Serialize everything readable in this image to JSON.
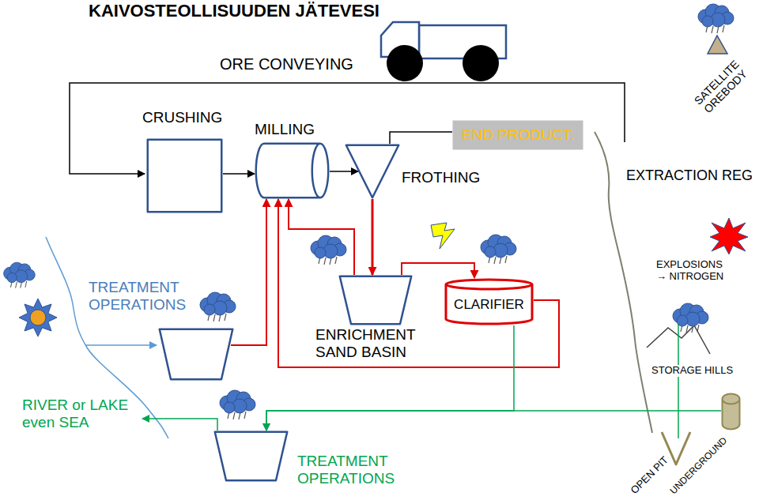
{
  "diagram": {
    "title": "KAIVOSTEOLLISUUDEN JÄTEVESI",
    "nodes": [
      {
        "text": [
          "CRUSHING"
        ]
      },
      {
        "text": [
          "MILLING"
        ]
      },
      {
        "text": [
          "END PRODUCT."
        ]
      },
      {
        "text": [
          "FROTHING"
        ]
      },
      {
        "text": [
          "TREATMENT OPERATIONS"
        ]
      },
      {
        "text": [
          "ENRICHMENT SAND BASIN"
        ]
      },
      {
        "text": [
          "CLARIFIER"
        ]
      },
      {
        "text": [
          "TREATMENT OPERATIONS"
        ]
      },
      {
        "text": [
          "OPEN PIT"
        ]
      },
      {
        "text": [
          "UNDERGROUND"
        ]
      }
    ],
    "edges": [
      {
        "from": 0,
        "to": 1,
        "arrow": "to"
      },
      {
        "from": 1,
        "to": 3,
        "arrow": "to"
      },
      {
        "from": 3,
        "to": 2,
        "arrow": "none"
      },
      {
        "from": 3,
        "to": 5,
        "arrow": "to"
      },
      {
        "from": 5,
        "to": 6,
        "arrow": "to"
      },
      {
        "from": 5,
        "to": 1,
        "arrow": "to"
      },
      {
        "from": 4,
        "to": 1,
        "arrow": "to"
      },
      {
        "from": 6,
        "to": 1,
        "arrow": "to"
      },
      {
        "from": 6,
        "to": 7,
        "arrow": "to"
      },
      {
        "from": 9,
        "to": 7,
        "arrow": "to"
      }
    ],
    "labels": [
      "ORE CONVEYING",
      "EXTRACTION REG",
      "SATELLITE OREBODY",
      "EXPLOSIONS → NITROGEN",
      "STORAGE HILLS",
      "RIVER or LAKE even SEA"
    ]
  }
}
